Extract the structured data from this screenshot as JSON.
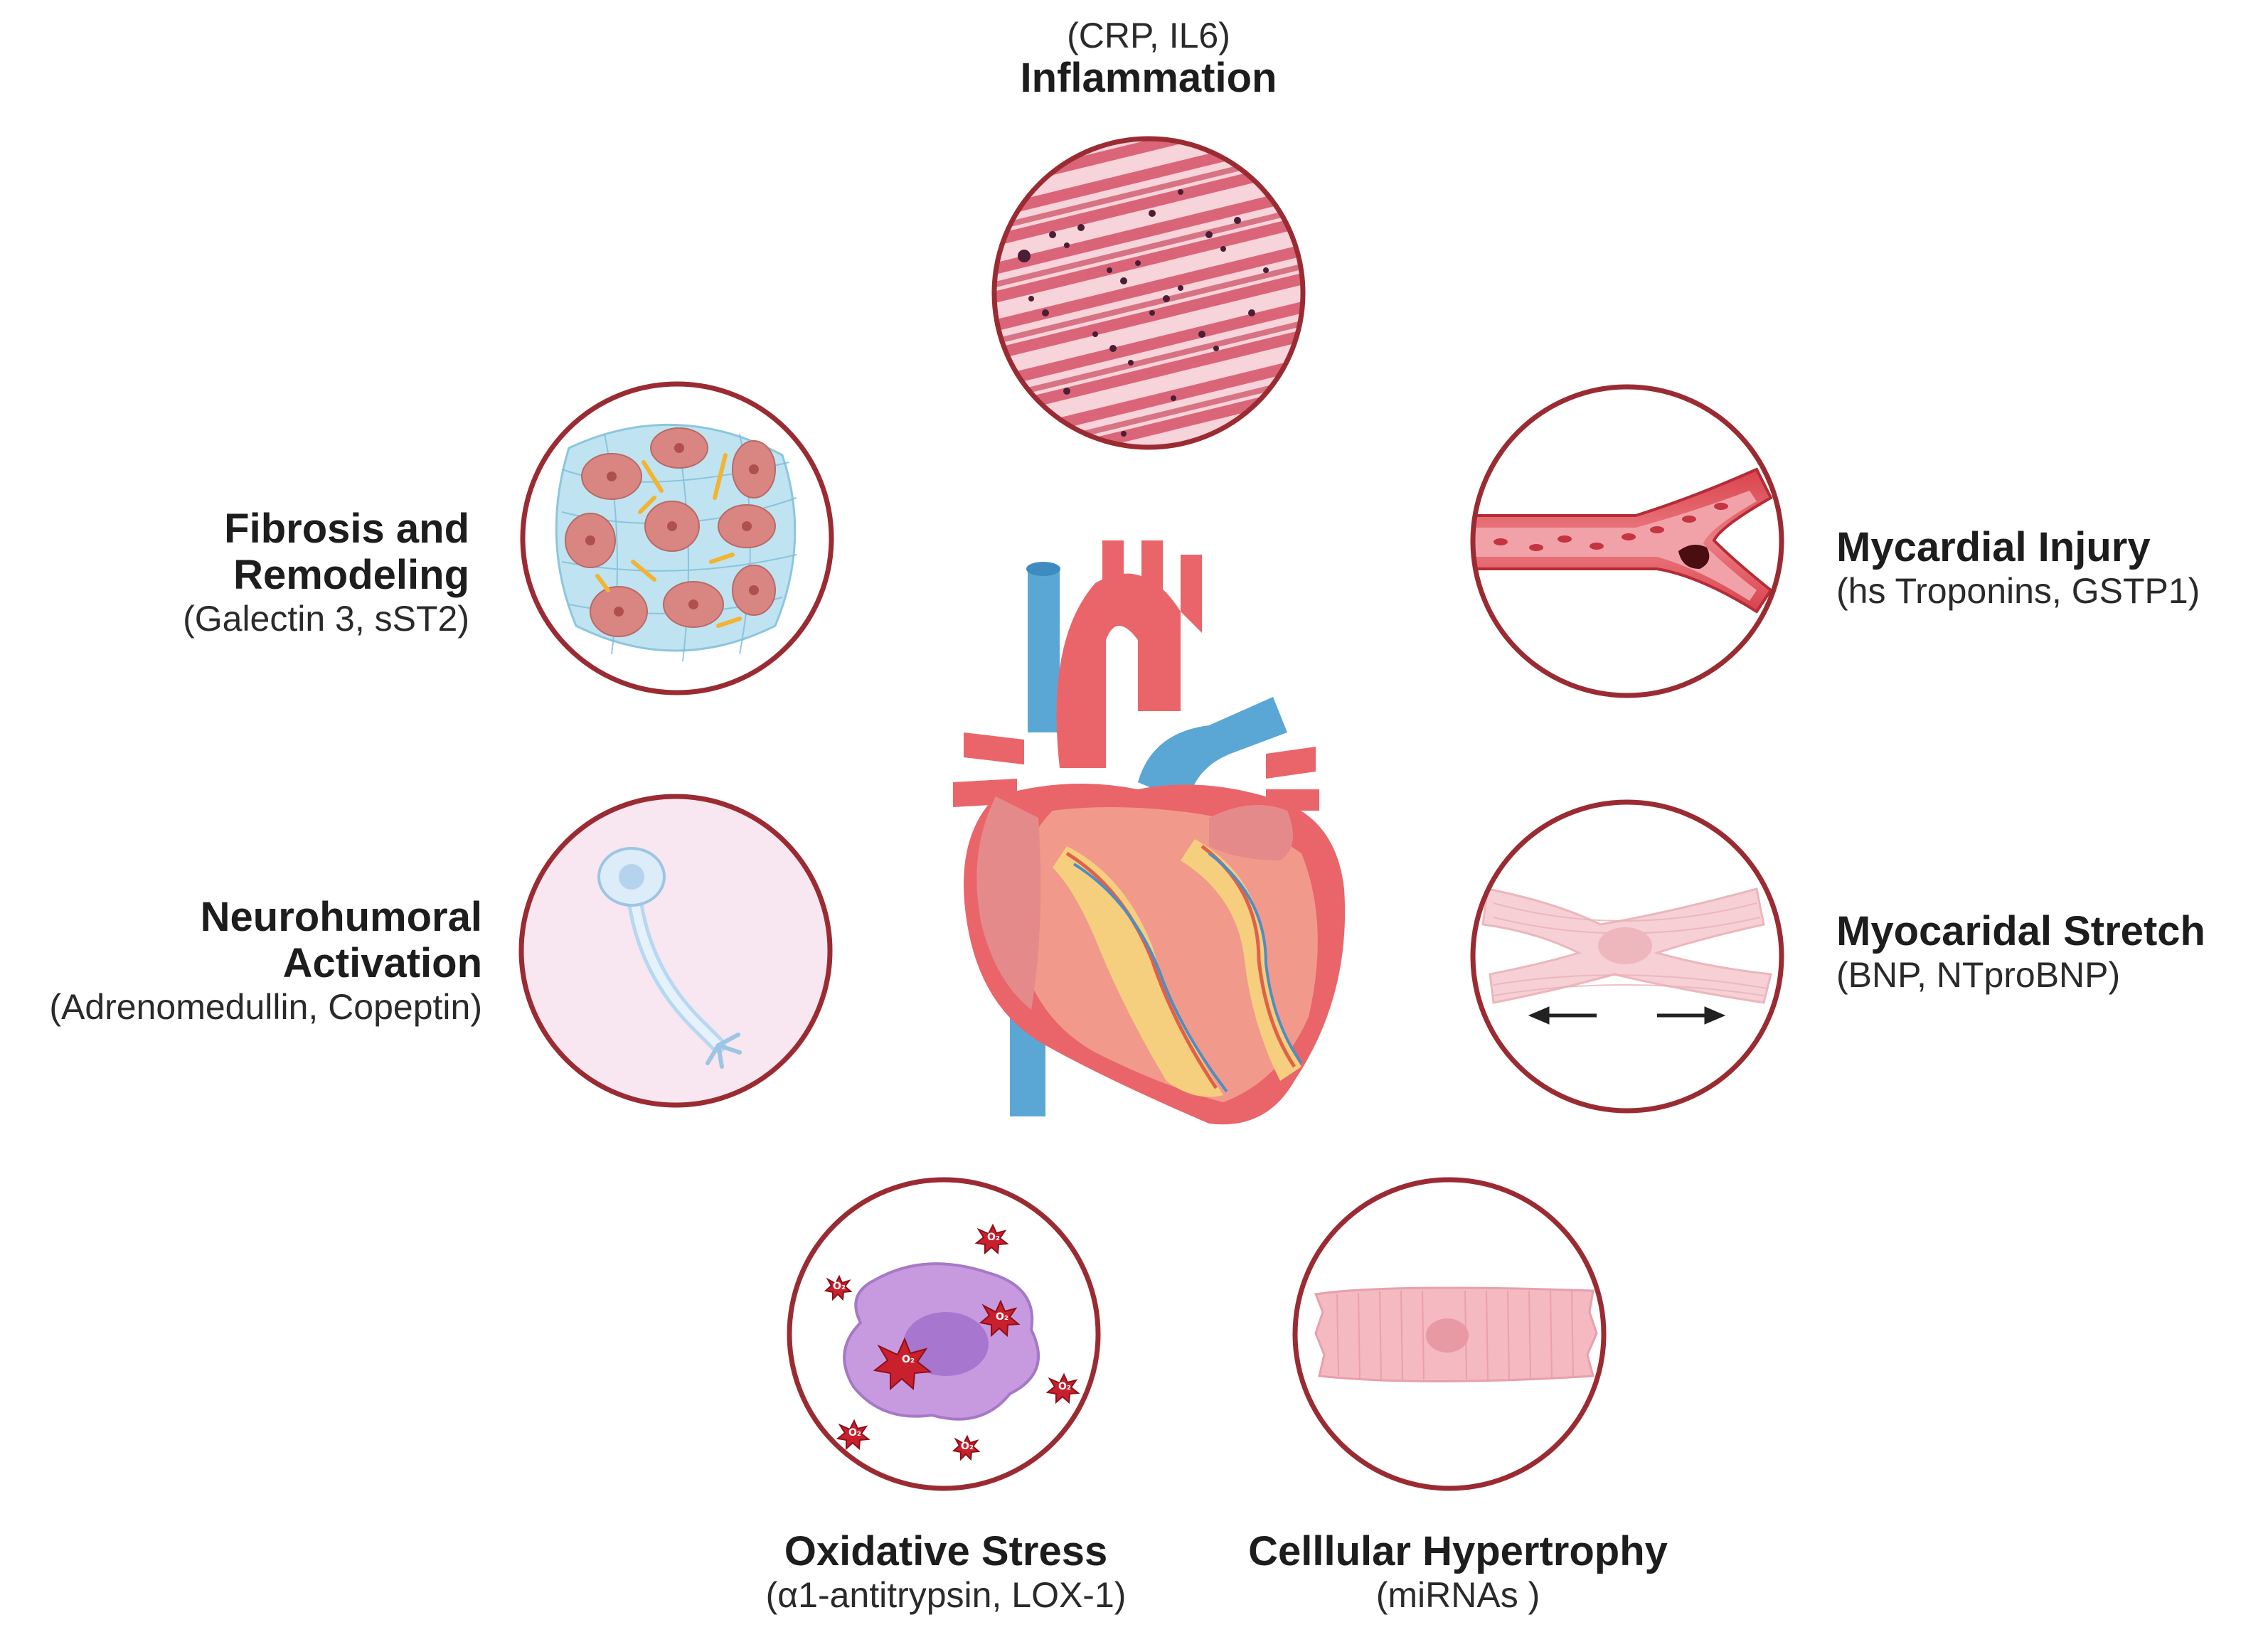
{
  "labels": {
    "inflammation": {
      "title": "Inflammation",
      "markers": "(CRP, IL6)"
    },
    "fibrosis": {
      "title_line1": "Fibrosis and",
      "title_line2": "Remodeling",
      "markers": "(Galectin 3, sST2)"
    },
    "neurohumoral": {
      "title_line1": "Neurohumoral",
      "title_line2": "Activation",
      "markers": "(Adrenomedullin, Copeptin)"
    },
    "oxidative": {
      "title": "Oxidative Stress",
      "markers": "(α1-antitrypsin, LOX-1)"
    },
    "hypertrophy": {
      "title": "Celllular Hypertrophy",
      "markers": "(miRNAs )"
    },
    "stretch": {
      "title": "Myocaridal Stretch",
      "markers": "(BNP, NTproBNP)"
    },
    "injury": {
      "title": "Mycardial Injury",
      "markers": "(hs Troponins, GSTP1)"
    }
  },
  "colors": {
    "circle_border": "#9b2b32",
    "heart_red": "#e9656a",
    "vessel_blue": "#5aa7d6",
    "tissue_pink": "#f4c3cc",
    "fibrosis_blue": "#bfe3f1",
    "neuro_bg": "#f8e6f1",
    "oxidative_purple": "#c79ae0",
    "ros_red": "#c8202c"
  },
  "icons": [
    "heart-illustration",
    "inflamed-tissue-icon",
    "fibrotic-cells-icon",
    "neuron-icon",
    "ros-cell-icon",
    "hypertrophic-myocyte-icon",
    "stretched-myocyte-icon",
    "blood-vessel-icon"
  ],
  "ros_label": "O₂"
}
